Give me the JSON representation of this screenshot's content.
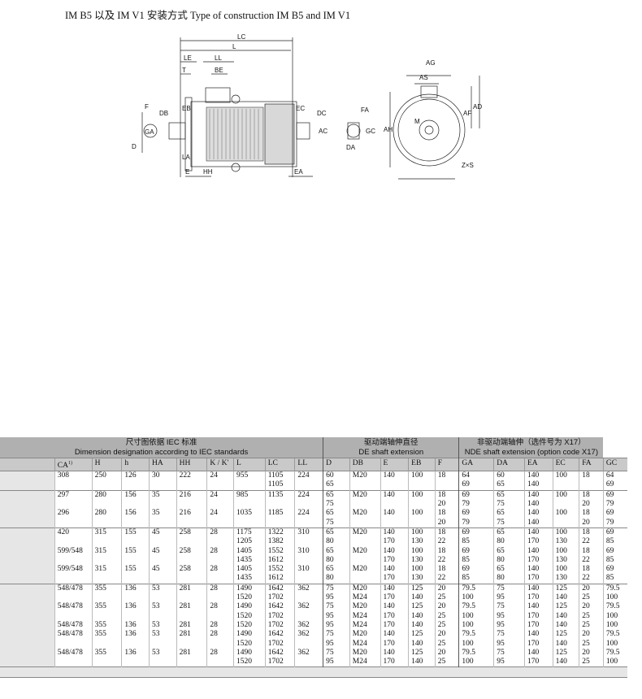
{
  "title": "IM B5 以及 IM V1 安装方式 Type of construction IM B5 and IM V1",
  "drawing": {
    "side_labels": [
      "LC",
      "L",
      "LE",
      "LL",
      "T",
      "BE",
      "F",
      "DB",
      "EB",
      "GA",
      "D",
      "LA",
      "E",
      "HH",
      "EC",
      "DC",
      "AC",
      "EA"
    ],
    "end_labels": [
      "AG",
      "AS",
      "FA",
      "GC",
      "DA",
      "AH",
      "AF",
      "AD",
      "M",
      "Z×S"
    ]
  },
  "table": {
    "group_headers": [
      {
        "cn": "尺寸图依据 IEC 标准",
        "en": "Dimension designation according to IEC standards"
      },
      {
        "cn": "驱动端轴伸直径",
        "en": "DE shaft extension"
      },
      {
        "cn": "非驱动端轴伸（选件号为 X17）",
        "en": "NDE shaft extension (option code X17)"
      }
    ],
    "columns": [
      "CA",
      "H",
      "h",
      "HA",
      "HH",
      "K / K'",
      "L",
      "LC",
      "LL",
      "D",
      "DB",
      "E",
      "EB",
      "F",
      "GA",
      "DA",
      "EA",
      "EC",
      "FA",
      "GC"
    ],
    "ca_footnote": "1)",
    "groups": [
      [
        [
          [
            "308"
          ],
          [
            "250"
          ],
          [
            "126"
          ],
          [
            "30"
          ],
          [
            "222"
          ],
          [
            "24"
          ],
          [
            "955"
          ],
          [
            "1105",
            "1105"
          ],
          [
            "224"
          ],
          [
            "60",
            "65"
          ],
          [
            "M20"
          ],
          [
            "140"
          ],
          [
            "100"
          ],
          [
            "18"
          ],
          [
            "64",
            "69"
          ],
          [
            "60",
            "65"
          ],
          [
            "140",
            "140"
          ],
          [
            "100"
          ],
          [
            "18"
          ],
          [
            "64",
            "69"
          ]
        ]
      ],
      [
        [
          [
            "297"
          ],
          [
            "280"
          ],
          [
            "156"
          ],
          [
            "35"
          ],
          [
            "216"
          ],
          [
            "24"
          ],
          [
            "985"
          ],
          [
            "1135"
          ],
          [
            "224"
          ],
          [
            "65",
            "75"
          ],
          [
            "M20"
          ],
          [
            "140"
          ],
          [
            "100"
          ],
          [
            "18",
            "20"
          ],
          [
            "69",
            "79"
          ],
          [
            "65",
            "75"
          ],
          [
            "140",
            "140"
          ],
          [
            "100"
          ],
          [
            "18",
            "20"
          ],
          [
            "69",
            "79"
          ]
        ],
        [
          [
            "296"
          ],
          [
            "280"
          ],
          [
            "156"
          ],
          [
            "35"
          ],
          [
            "216"
          ],
          [
            "24"
          ],
          [
            "1035"
          ],
          [
            "1185"
          ],
          [
            "224"
          ],
          [
            "65",
            "75"
          ],
          [
            "M20"
          ],
          [
            "140"
          ],
          [
            "100"
          ],
          [
            "18",
            "20"
          ],
          [
            "69",
            "79"
          ],
          [
            "65",
            "75"
          ],
          [
            "140",
            "140"
          ],
          [
            "100"
          ],
          [
            "18",
            "20"
          ],
          [
            "69",
            "79"
          ]
        ]
      ],
      [
        [
          [
            "420"
          ],
          [
            "315"
          ],
          [
            "155"
          ],
          [
            "45"
          ],
          [
            "258"
          ],
          [
            "28"
          ],
          [
            "1175",
            "1205"
          ],
          [
            "1322",
            "1382"
          ],
          [
            "310"
          ],
          [
            "65",
            "80"
          ],
          [
            "M20"
          ],
          [
            "140",
            "170"
          ],
          [
            "100",
            "130"
          ],
          [
            "18",
            "22"
          ],
          [
            "69",
            "85"
          ],
          [
            "65",
            "80"
          ],
          [
            "140",
            "170"
          ],
          [
            "100",
            "130"
          ],
          [
            "18",
            "22"
          ],
          [
            "69",
            "85"
          ]
        ],
        [
          [
            "599/548"
          ],
          [
            "315"
          ],
          [
            "155"
          ],
          [
            "45"
          ],
          [
            "258"
          ],
          [
            "28"
          ],
          [
            "1405",
            "1435"
          ],
          [
            "1552",
            "1612"
          ],
          [
            "310"
          ],
          [
            "65",
            "80"
          ],
          [
            "M20"
          ],
          [
            "140",
            "170"
          ],
          [
            "100",
            "130"
          ],
          [
            "18",
            "22"
          ],
          [
            "69",
            "85"
          ],
          [
            "65",
            "80"
          ],
          [
            "140",
            "170"
          ],
          [
            "100",
            "130"
          ],
          [
            "18",
            "22"
          ],
          [
            "69",
            "85"
          ]
        ],
        [
          [
            "599/548"
          ],
          [
            "315"
          ],
          [
            "155"
          ],
          [
            "45"
          ],
          [
            "258"
          ],
          [
            "28"
          ],
          [
            "1405",
            "1435"
          ],
          [
            "1552",
            "1612"
          ],
          [
            "310"
          ],
          [
            "65",
            "80"
          ],
          [
            "M20"
          ],
          [
            "140",
            "170"
          ],
          [
            "100",
            "130"
          ],
          [
            "18",
            "22"
          ],
          [
            "69",
            "85"
          ],
          [
            "65",
            "80"
          ],
          [
            "140",
            "170"
          ],
          [
            "100",
            "130"
          ],
          [
            "18",
            "22"
          ],
          [
            "69",
            "85"
          ]
        ]
      ],
      [
        [
          [
            "548/478"
          ],
          [
            "355"
          ],
          [
            "136"
          ],
          [
            "53"
          ],
          [
            "281"
          ],
          [
            "28"
          ],
          [
            "1490",
            "1520"
          ],
          [
            "1642",
            "1702"
          ],
          [
            "362"
          ],
          [
            "75",
            "95"
          ],
          [
            "M20",
            "M24"
          ],
          [
            "140",
            "170"
          ],
          [
            "125",
            "140"
          ],
          [
            "20",
            "25"
          ],
          [
            "79.5",
            "100"
          ],
          [
            "75",
            "95"
          ],
          [
            "140",
            "170"
          ],
          [
            "125",
            "140"
          ],
          [
            "20",
            "25"
          ],
          [
            "79.5",
            "100"
          ]
        ],
        [
          [
            "548/478"
          ],
          [
            "355"
          ],
          [
            "136"
          ],
          [
            "53"
          ],
          [
            "281"
          ],
          [
            "28"
          ],
          [
            "1490",
            "1520"
          ],
          [
            "1642",
            "1702"
          ],
          [
            "362"
          ],
          [
            "75",
            "95"
          ],
          [
            "M20",
            "M24"
          ],
          [
            "140",
            "170"
          ],
          [
            "125",
            "140"
          ],
          [
            "20",
            "25"
          ],
          [
            "79.5",
            "100"
          ],
          [
            "75",
            "95"
          ],
          [
            "140",
            "170"
          ],
          [
            "125",
            "140"
          ],
          [
            "20",
            "25"
          ],
          [
            "79.5",
            "100"
          ]
        ],
        [
          [
            "548/478"
          ],
          [
            "355"
          ],
          [
            "136"
          ],
          [
            "53"
          ],
          [
            "281"
          ],
          [
            "28"
          ],
          [
            "1520"
          ],
          [
            "1702"
          ],
          [
            "362"
          ],
          [
            "95"
          ],
          [
            "M24"
          ],
          [
            "170"
          ],
          [
            "140"
          ],
          [
            "25"
          ],
          [
            "100"
          ],
          [
            "95"
          ],
          [
            "170"
          ],
          [
            "140"
          ],
          [
            "25"
          ],
          [
            "100"
          ]
        ],
        [
          [
            "548/478"
          ],
          [
            "355"
          ],
          [
            "136"
          ],
          [
            "53"
          ],
          [
            "281"
          ],
          [
            "28"
          ],
          [
            "1490",
            "1520"
          ],
          [
            "1642",
            "1702"
          ],
          [
            "362"
          ],
          [
            "75",
            "95"
          ],
          [
            "M20",
            "M24"
          ],
          [
            "140",
            "170"
          ],
          [
            "125",
            "140"
          ],
          [
            "20",
            "25"
          ],
          [
            "79.5",
            "100"
          ],
          [
            "75",
            "95"
          ],
          [
            "140",
            "170"
          ],
          [
            "125",
            "140"
          ],
          [
            "20",
            "25"
          ],
          [
            "79.5",
            "100"
          ]
        ],
        [
          [
            "548/478"
          ],
          [
            "355"
          ],
          [
            "136"
          ],
          [
            "53"
          ],
          [
            "281"
          ],
          [
            "28"
          ],
          [
            "1490",
            "1520"
          ],
          [
            "1642",
            "1702"
          ],
          [
            "362"
          ],
          [
            "75",
            "95"
          ],
          [
            "M20",
            "M24"
          ],
          [
            "140",
            "170"
          ],
          [
            "125",
            "140"
          ],
          [
            "20",
            "25"
          ],
          [
            "79.5",
            "100"
          ],
          [
            "75",
            "95"
          ],
          [
            "140",
            "170"
          ],
          [
            "125",
            "140"
          ],
          [
            "20",
            "25"
          ],
          [
            "79.5",
            "100"
          ]
        ]
      ]
    ]
  }
}
